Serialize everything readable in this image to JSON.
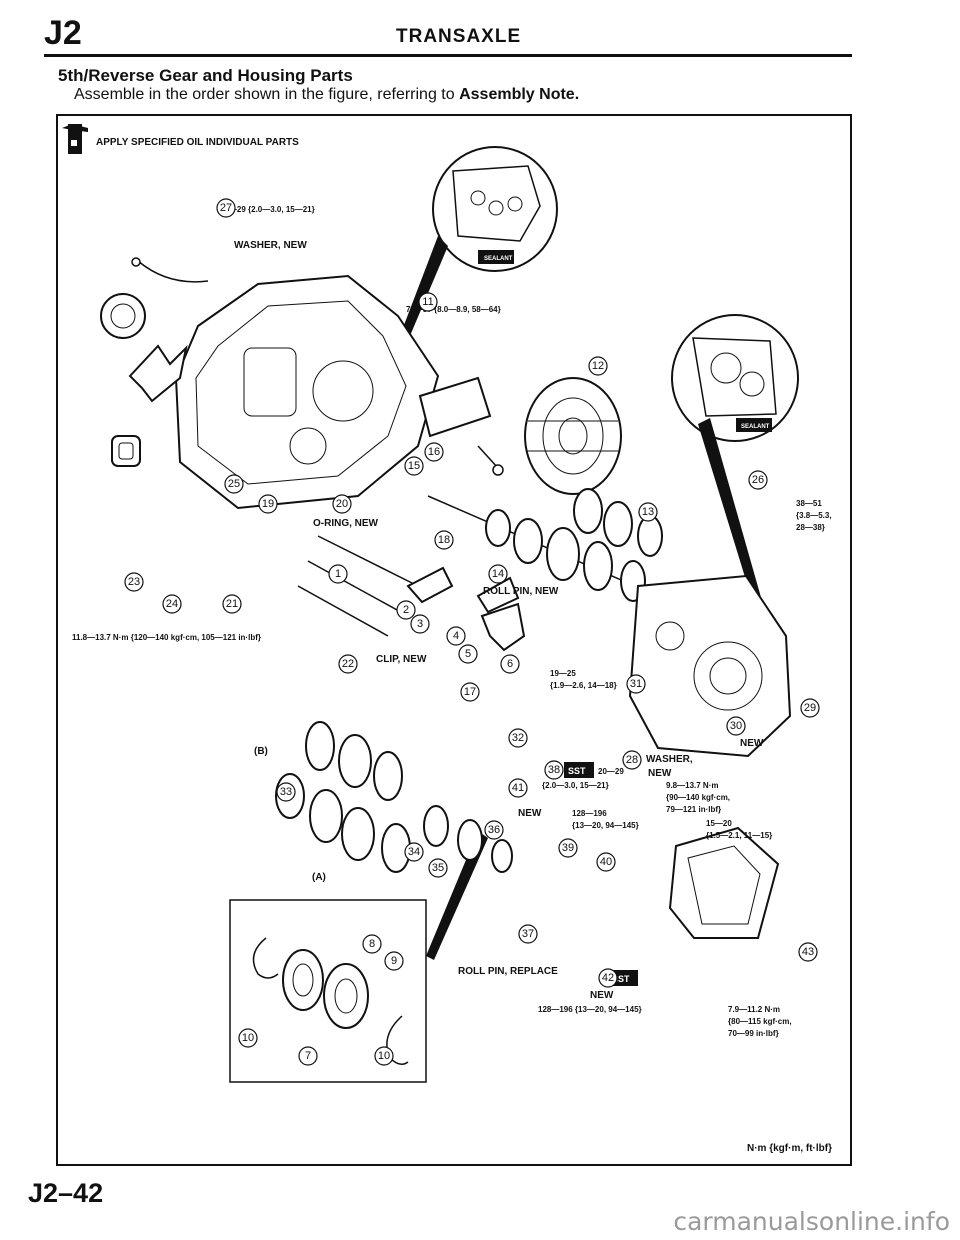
{
  "header": {
    "section_code": "J2",
    "title": "TRANSAXLE"
  },
  "section": {
    "title": "5th/Reverse Gear and Housing Parts",
    "instruction_prefix": "Assemble in the order shown in the figure, referring to",
    "instruction_bold": "Assembly Note."
  },
  "figure": {
    "legend": "APPLY SPECIFIED OIL INDIVIDUAL PARTS",
    "units_note": "N·m {kgf·m, ft·lbf}",
    "sealant_label": "SEALANT",
    "sst_label": "SST",
    "callouts": {
      "washer_new_top": "WASHER, NEW",
      "o_ring_new": "O-RING, NEW",
      "roll_pin_new": "ROLL PIN, NEW",
      "clip_new": "CLIP, NEW",
      "new_a": "NEW",
      "washer_b": "WASHER,",
      "new_b": "NEW",
      "new_c": "NEW",
      "roll_pin_replace": "ROLL PIN, REPLACE",
      "new_d": "NEW",
      "letter_b": "(B)",
      "letter_a": "(A)"
    },
    "torques": {
      "t27": "20—29 {2.0—3.0, 15—21}",
      "t11": "79—87 {8.0—8.9, 58—64}",
      "t26_1": "38—51",
      "t26_2": "{3.8—5.3,",
      "t26_3": "28—38}",
      "t24": "11.8—13.7 N·m {120—140 kgf·cm, 105—121 in·lbf}",
      "t31_1": "19—25",
      "t31_2": "{1.9—2.6, 14—18}",
      "t28_a": "20—29",
      "t28_b": "{2.0—3.0, 15—21}",
      "t41_1": "128—196",
      "t41_2": "{13—20, 94—145}",
      "t29_1": "9.8—13.7 N·m",
      "t29_2": "{90—140 kgf·cm,",
      "t29_3": "79—121 in·lbf}",
      "t30_1": "15—20",
      "t30_2": "{1.5—2.1, 11—15}",
      "t42": "128—196 {13—20, 94—145}",
      "t43_1": "7.9—11.2 N·m",
      "t43_2": "{80—115 kgf·cm,",
      "t43_3": "70—99 in·lbf}"
    },
    "numbers": {
      "n1": "1",
      "n2": "2",
      "n3": "3",
      "n4": "4",
      "n5": "5",
      "n6": "6",
      "n7": "7",
      "n8": "8",
      "n9": "9",
      "n10": "10",
      "n10b": "10",
      "n11": "11",
      "n12": "12",
      "n13": "13",
      "n14": "14",
      "n15": "15",
      "n16": "16",
      "n17": "17",
      "n18": "18",
      "n19": "19",
      "n20": "20",
      "n21": "21",
      "n22": "22",
      "n23": "23",
      "n24": "24",
      "n25": "25",
      "n26": "26",
      "n27": "27",
      "n28": "28",
      "n29": "29",
      "n30": "30",
      "n31": "31",
      "n32": "32",
      "n33": "33",
      "n34": "34",
      "n35": "35",
      "n36": "36",
      "n37": "37",
      "n38": "38",
      "n39": "39",
      "n40": "40",
      "n41": "41",
      "n42": "42",
      "n43": "43"
    }
  },
  "footer": {
    "page_number": "J2–42",
    "watermark": "carmanualsonline.info"
  }
}
